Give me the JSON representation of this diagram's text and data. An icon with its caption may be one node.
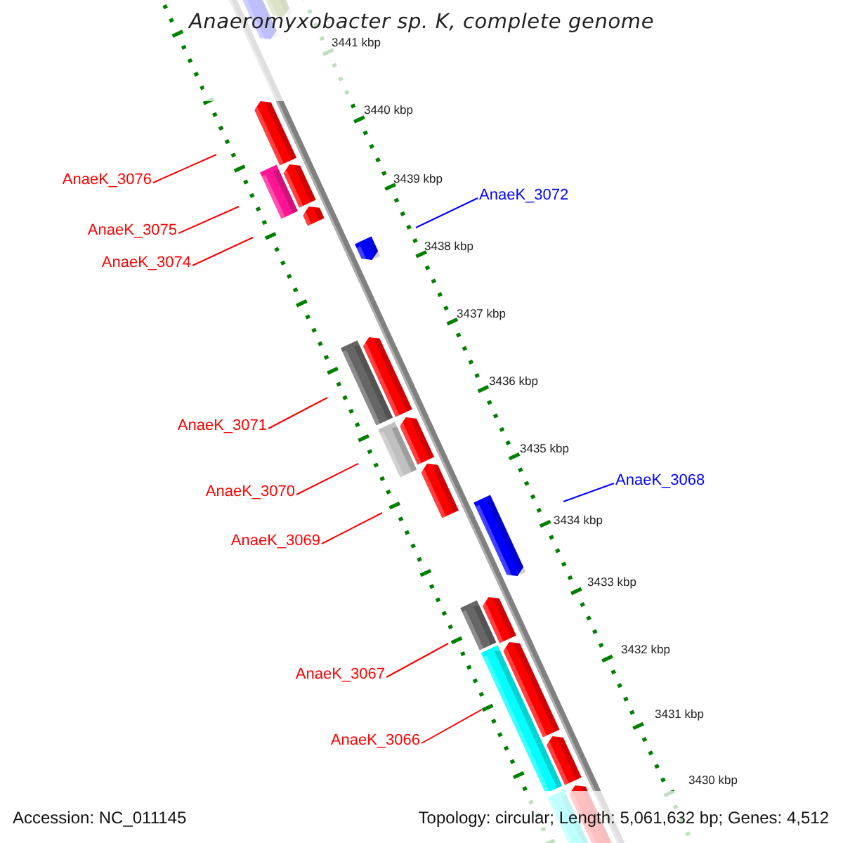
{
  "diagram": {
    "title": "Anaeromyxobacter sp. K, complete genome",
    "nodes": [
      {
        "text": [
          "AnaeK_3076"
        ]
      },
      {
        "text": [
          "AnaeK_3075"
        ]
      },
      {
        "text": [
          "AnaeK_3074"
        ]
      },
      {
        "text": [
          "AnaeK_3072"
        ]
      },
      {
        "text": [
          "AnaeK_3071"
        ]
      },
      {
        "text": [
          "AnaeK_3070"
        ]
      },
      {
        "text": [
          "AnaeK_3069"
        ]
      },
      {
        "text": [
          "AnaeK_3068"
        ]
      },
      {
        "text": [
          "AnaeK_3067"
        ]
      },
      {
        "text": [
          "AnaeK_3066"
        ]
      }
    ],
    "edges": [
      {
        "from": 0,
        "to": null,
        "arrow": "none"
      },
      {
        "from": 1,
        "to": null,
        "arrow": "none"
      },
      {
        "from": 2,
        "to": null,
        "arrow": "none"
      },
      {
        "from": 3,
        "to": null,
        "arrow": "none",
        "color": "#0000ff"
      },
      {
        "from": 4,
        "to": null,
        "arrow": "none"
      },
      {
        "from": 5,
        "to": null,
        "arrow": "none"
      },
      {
        "from": 6,
        "to": null,
        "arrow": "none"
      },
      {
        "from": 7,
        "to": null,
        "arrow": "none",
        "color": "#0000ff"
      },
      {
        "from": 8,
        "to": null,
        "arrow": "none"
      },
      {
        "from": 9,
        "to": null,
        "arrow": "none"
      }
    ],
    "labels": [
      "3441 kbp",
      "3440 kbp",
      "3439 kbp",
      "3438 kbp",
      "3437 kbp",
      "3436 kbp",
      "3435 kbp",
      "3434 kbp",
      "3433 kbp",
      "3432 kbp",
      "3431 kbp",
      "3430 kbp",
      "Accession: NC_011145",
      "Topology: circular; Length: 5,061,632 bp; Genes: 4,512"
    ]
  }
}
